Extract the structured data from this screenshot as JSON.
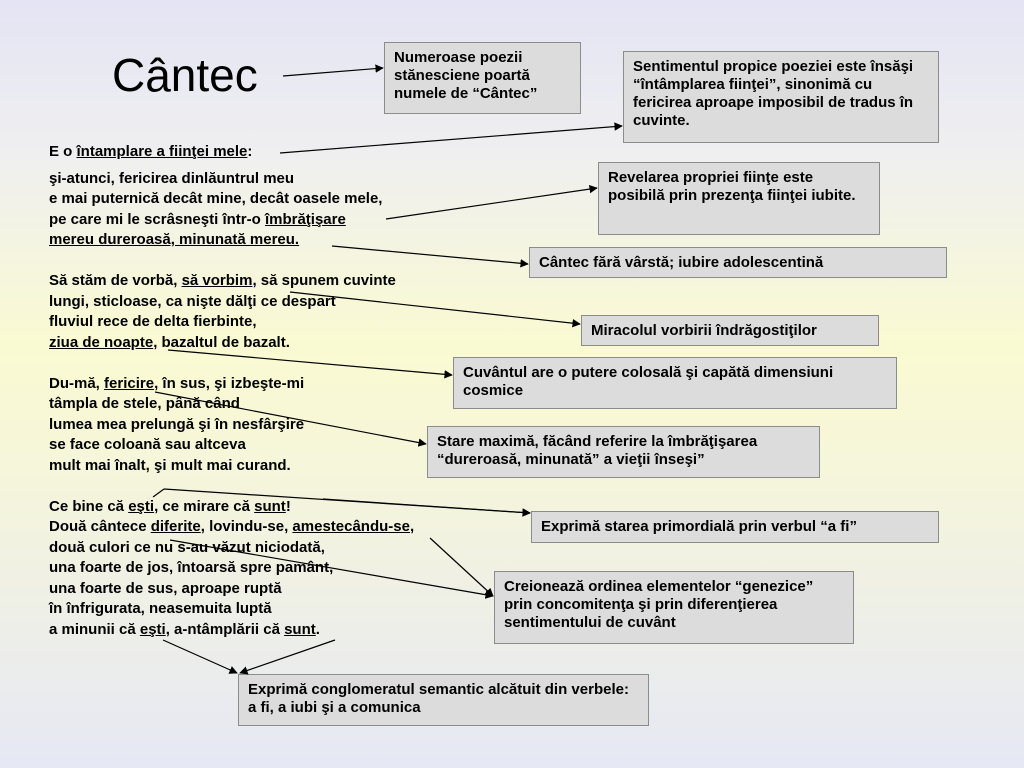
{
  "title": "Cântec",
  "poem": {
    "l01": [
      "E o ",
      "întamplare a fiinţei mele",
      ":"
    ],
    "l02": "şi-atunci, fericirea dinlăuntrul meu",
    "l03": "e mai puternică decât mine, decât oasele mele,",
    "l04": [
      "pe care mi le scrâsneşti într-o ",
      "îmbrăţişare"
    ],
    "l05": "mereu dureroasă, minunată mereu.",
    "l06": [
      "Să stăm de vorbă, ",
      "să vorbim",
      ", să spunem cuvinte"
    ],
    "l07": "lungi, sticloase, ca nişte dălţi ce despart",
    "l08": "fluviul rece de delta fierbinte,",
    "l09": [
      "ziua de noapte",
      ", bazaltul de bazalt."
    ],
    "l10": [
      "Du-mă, ",
      "fericire",
      ", în sus, şi izbeşte-mi"
    ],
    "l11": "tâmpla de stele, până când",
    "l12": "lumea mea prelungă şi în nesfârşire",
    "l13": "se face coloană sau altceva",
    "l14": "mult mai înalt, şi mult mai curand.",
    "l15": [
      "Ce bine că ",
      "eşti",
      ", ce mirare că ",
      "sunt",
      "!"
    ],
    "l16": [
      "Două cântece ",
      "diferite",
      ", lovindu-se, ",
      "amestecându-se",
      ","
    ],
    "l17": "două culori ce nu s-au văzut niciodată,",
    "l18": "una foarte de jos, întoarsă spre pamânt,",
    "l19": "una foarte de sus, aproape ruptă",
    "l20": "în înfrigurata, neasemuita luptă",
    "l21": [
      "a minunii că ",
      "eşti",
      ", a-ntâmplării că ",
      "sunt",
      "."
    ]
  },
  "notes": {
    "n1": "Numeroase poezii stănesciene poartă numele de “Cântec”",
    "n2": "Sentimentul propice poeziei este însăşi “întâmplarea fiinţei”, sinonimă cu fericirea aproape imposibil de tradus în cuvinte.",
    "n3": "Revelarea propriei fiinţe este posibilă prin prezenţa fiinţei iubite.",
    "n4": "Cântec fără vârstă; iubire adolescentină",
    "n5": "Miracolul vorbirii îndrăgostiţilor",
    "n6": "Cuvântul are o putere colosală şi capătă dimensiuni cosmice",
    "n7": "Stare maximă, făcând referire la îmbrăţişarea “dureroasă, minunată” a vieţii înseşi”",
    "n8": "Exprimă starea primordială prin verbul “a fi”",
    "n9": "Creionează ordinea elementelor “genezice” prin concomitenţa şi prin diferenţierea sentimentului de cuvânt",
    "n10": "Exprimă conglomeratul semantic alcătuit din verbele: a fi, a iubi şi a comunica"
  },
  "colors": {
    "box_fill": "#dcdcdc",
    "box_border": "#8c8c8c",
    "text": "#000000"
  }
}
